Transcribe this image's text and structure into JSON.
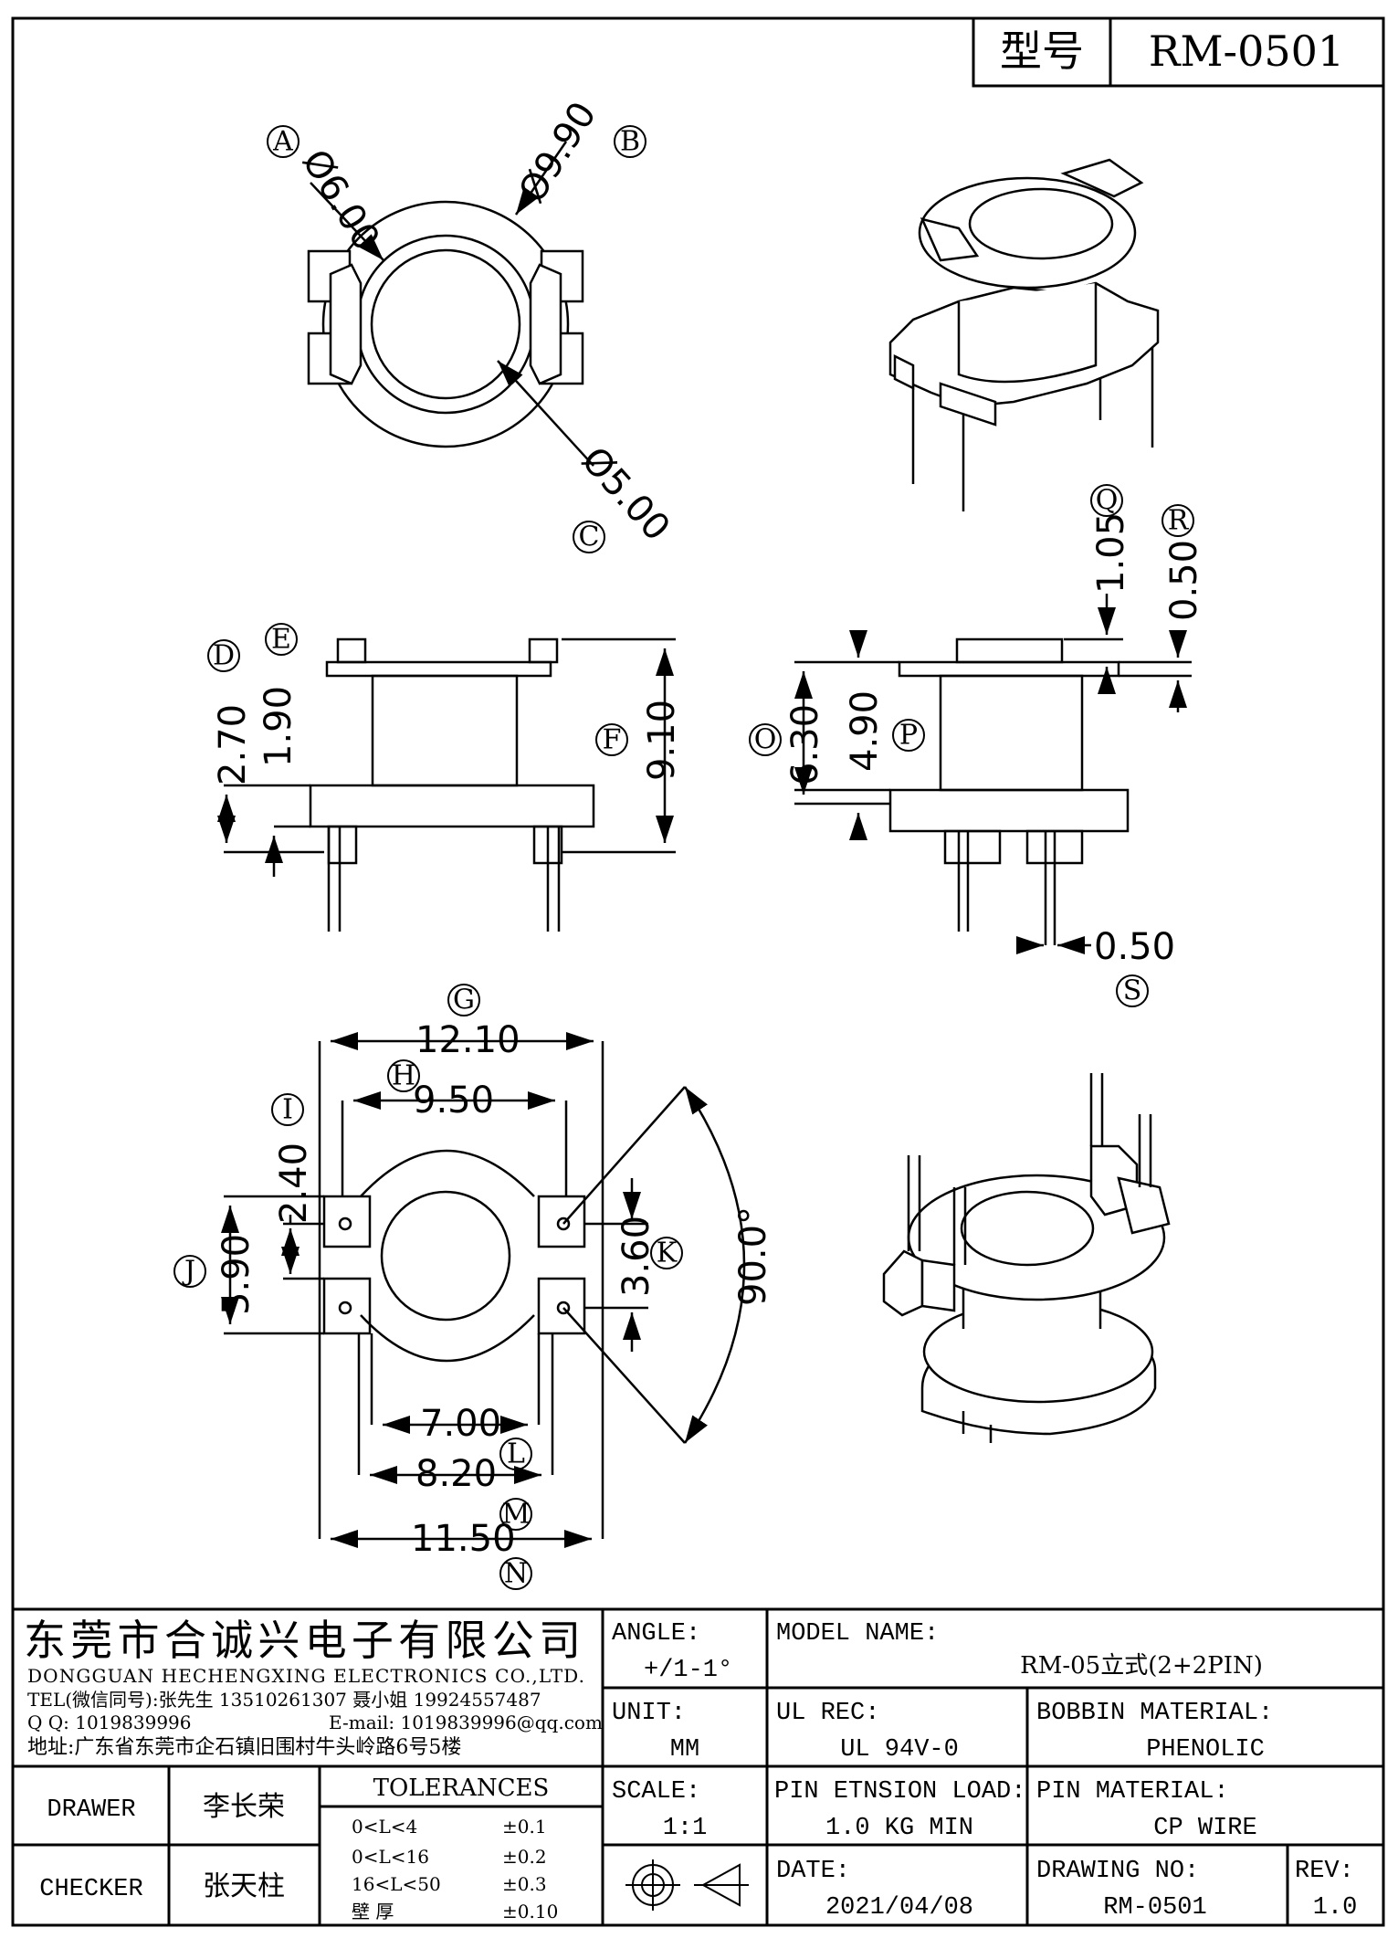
{
  "header": {
    "type_label": "型号",
    "model": "RM-0501"
  },
  "top_view": {
    "A": "A",
    "A_value": "Ø6.00",
    "B": "B",
    "B_value": "Ø9.90",
    "C": "C",
    "C_value": "Ø5.00"
  },
  "front_view": {
    "D": "D",
    "D_value": "2.70",
    "E": "E",
    "E_value": "1.90",
    "F": "F",
    "F_value": "9.10"
  },
  "side_view": {
    "O": "O",
    "O_value": "6.30",
    "P": "P",
    "P_value": "4.90",
    "Q": "Q",
    "Q_value": "1.05",
    "R": "R",
    "R_value": "0.50",
    "S": "S",
    "S_value": "0.50"
  },
  "bottom_view": {
    "G": "G",
    "G_value": "12.10",
    "H": "H",
    "H_value": "9.50",
    "I": "I",
    "I_value": "2.40",
    "J": "J",
    "J_value": "5.90",
    "K": "K",
    "K_value": "3.60",
    "L": "L",
    "L_value": "7.00",
    "M": "M",
    "M_value": "8.20",
    "N": "N",
    "N_value": "11.50",
    "angle_value": "90.0°"
  },
  "title_block": {
    "company_cn": "东莞市合诚兴电子有限公司",
    "company_en": "DONGGUAN HECHENGXING ELECTRONICS CO.,LTD.",
    "tel": "TEL(微信同号):张先生 13510261307 聂小姐 19924557487",
    "qq": "Q Q: 1019839996",
    "email": "E-mail: 1019839996@qq.com",
    "address": "地址:广东省东莞市企石镇旧围村牛头岭路6号5楼",
    "angle_label": "ANGLE:",
    "angle_value": "+/1-1°",
    "unit_label": "UNIT:",
    "unit_value": "MM",
    "scale_label": "SCALE:",
    "scale_value": "1:1",
    "model_name_label": "MODEL NAME:",
    "model_name_value": "RM-05立式(2+2PIN)",
    "ul_rec_label": "UL REC:",
    "ul_rec_value": "UL 94V-0",
    "bobbin_material_label": "BOBBIN MATERIAL:",
    "bobbin_material_value": "PHENOLIC",
    "pin_tension_label": "PIN ETNSION LOAD:",
    "pin_tension_value": "1.0 KG MIN",
    "pin_material_label": "PIN MATERIAL:",
    "pin_material_value": "CP WIRE",
    "date_label": "DATE:",
    "date_value": "2021/04/08",
    "drawing_no_label": "DRAWING NO:",
    "drawing_no_value": "RM-0501",
    "rev_label": "REV:",
    "rev_value": "1.0",
    "drawer_label": "DRAWER",
    "drawer_value": "李长荣",
    "checker_label": "CHECKER",
    "checker_value": "张天柱",
    "tolerances_label": "TOLERANCES",
    "tolerances": [
      {
        "range": "0<L<4",
        "value": "±0.1"
      },
      {
        "range": "0<L<16",
        "value": "±0.2"
      },
      {
        "range": "16<L<50",
        "value": "±0.3"
      },
      {
        "range": "壁  厚",
        "value": "±0.10"
      }
    ]
  }
}
